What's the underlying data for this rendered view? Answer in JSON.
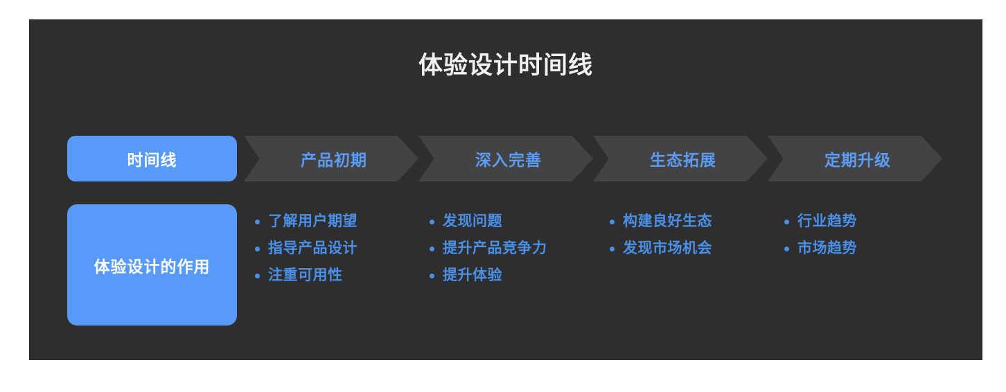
{
  "page": {
    "background_color": "#ffffff",
    "panel_color": "#2e2e2e",
    "accent_blue": "#589af9",
    "text_blue": "#4a90e8",
    "chevron_gray": "#434343",
    "title_color": "#f2f2f2"
  },
  "header": {
    "title": "体验设计时间线"
  },
  "stage_row": {
    "label": "时间线",
    "stages": [
      {
        "label": "产品初期"
      },
      {
        "label": "深入完善"
      },
      {
        "label": "生态拓展"
      },
      {
        "label": "定期升级"
      }
    ]
  },
  "detail_row": {
    "label": "体验设计的作用",
    "columns": [
      {
        "items": [
          "了解用户期望",
          "指导产品设计",
          "注重可用性"
        ]
      },
      {
        "items": [
          "发现问题",
          "提升产品竞争力",
          "提升体验"
        ]
      },
      {
        "items": [
          "构建良好生态",
          "发现市场机会"
        ]
      },
      {
        "items": [
          "行业趋势",
          "市场趋势"
        ]
      }
    ]
  }
}
